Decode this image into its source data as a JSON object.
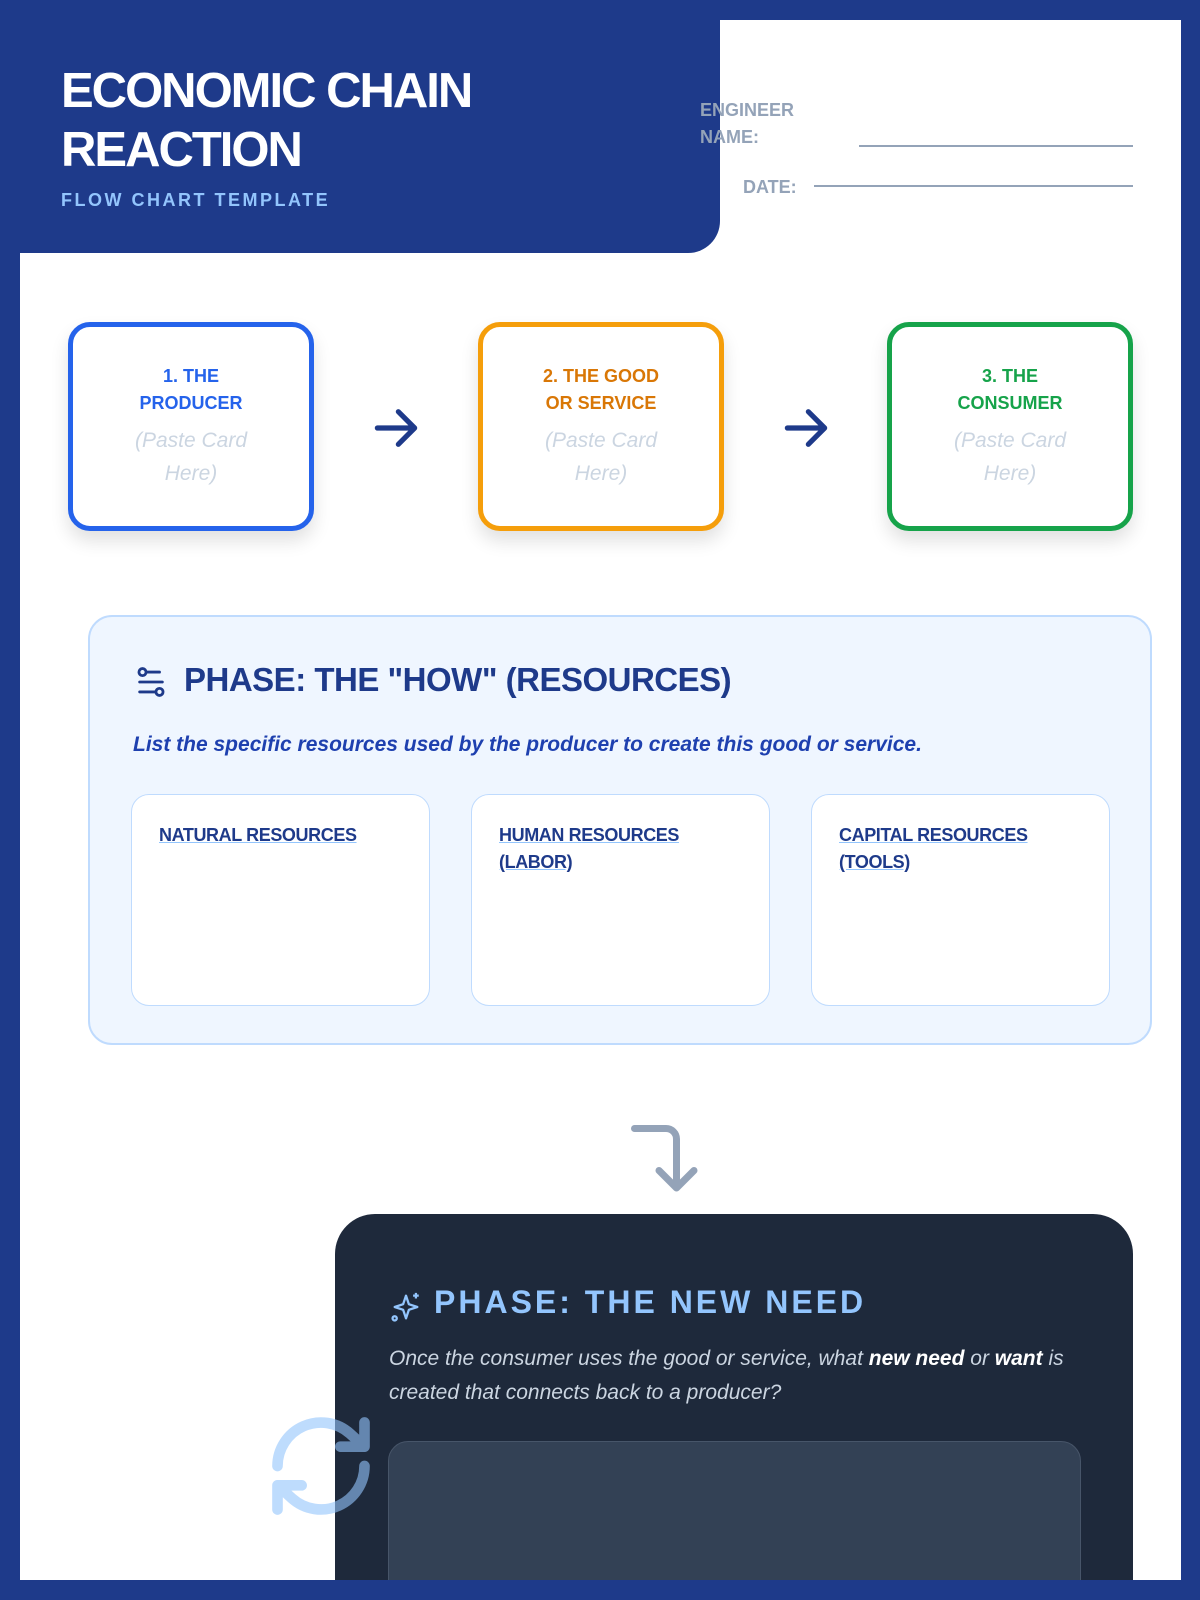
{
  "header": {
    "title": "ECONOMIC CHAIN REACTION",
    "subtitle": "FLOW CHART TEMPLATE",
    "engineer_label_1": "ENGINEER",
    "engineer_label_2": "NAME:",
    "date_label": "DATE:"
  },
  "cards": [
    {
      "title_1": "1. THE",
      "title_2": "PRODUCER",
      "placeholder_1": "(Paste Card",
      "placeholder_2": "Here)",
      "color": "#2563eb"
    },
    {
      "title_1": "2. THE GOOD",
      "title_2": "OR SERVICE",
      "placeholder_1": "(Paste Card",
      "placeholder_2": "Here)",
      "color": "#f59e0b"
    },
    {
      "title_1": "3. THE",
      "title_2": "CONSUMER",
      "placeholder_1": "(Paste Card",
      "placeholder_2": "Here)",
      "color": "#16a34a"
    }
  ],
  "resources": {
    "heading": "PHASE: THE \"HOW\" (RESOURCES)",
    "instructions": "List the specific resources used by the producer to create this good or service.",
    "boxes": [
      {
        "label_1": "NATURAL RESOURCES",
        "label_2": ""
      },
      {
        "label_1": "HUMAN RESOURCES",
        "label_2": "(LABOR)"
      },
      {
        "label_1": "CAPITAL RESOURCES",
        "label_2": "(TOOLS)"
      }
    ]
  },
  "new_need": {
    "heading": "PHASE: THE NEW NEED",
    "text_1": "Once the consumer uses the good or service, what ",
    "bold_1": "new need",
    "text_2": " or ",
    "bold_2": "want",
    "text_3": " is created that connects back to a producer?"
  }
}
